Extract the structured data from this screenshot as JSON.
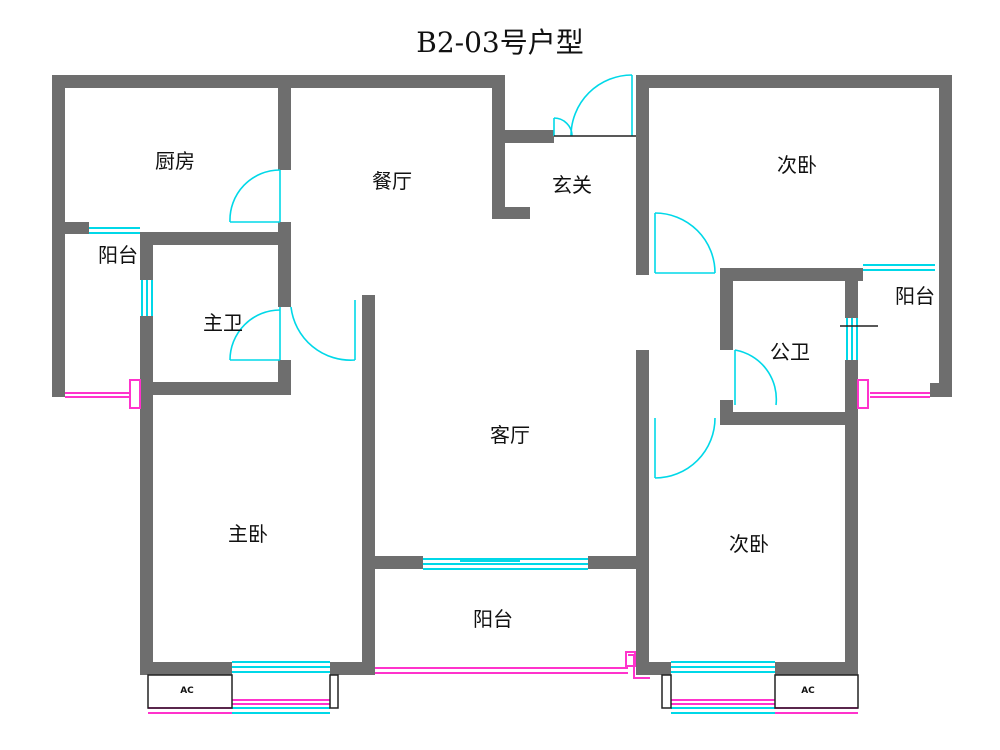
{
  "title": "B2-03号户型",
  "rooms": {
    "kitchen": "厨房",
    "dining": "餐厅",
    "foyer": "玄关",
    "bedroom_top_right": "次卧",
    "balcony_left": "阳台",
    "master_bath": "主卫",
    "balcony_right": "阳台",
    "public_bath": "公卫",
    "living": "客厅",
    "master_bedroom": "主卧",
    "bedroom_bottom_right": "次卧",
    "balcony_bottom": "阳台"
  },
  "ac_units": [
    "AC",
    "AC"
  ],
  "colors": {
    "wall": "#6e6e6e",
    "window": "#00d8e8",
    "railing": "#ff33cc"
  }
}
